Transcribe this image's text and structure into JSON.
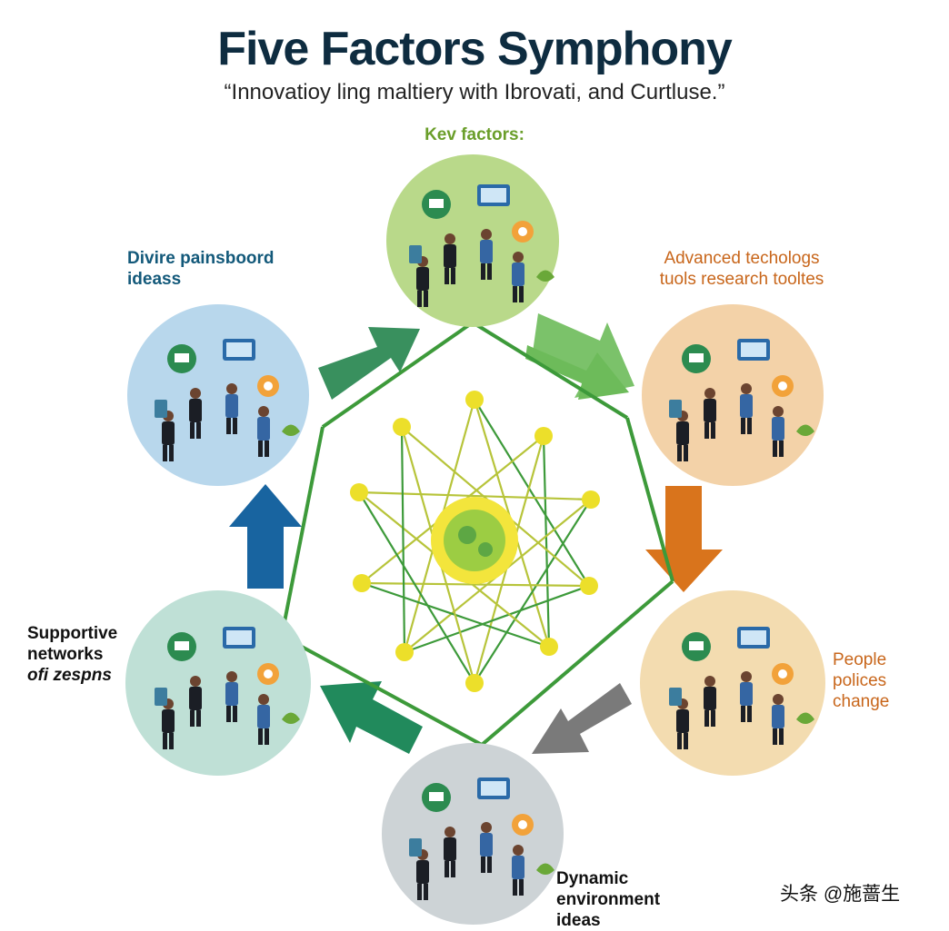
{
  "title": "Five Factors Symphony",
  "subtitle": "“Innovatioy ling maltiery with Ibrovati, and Curtluse.”",
  "key_factors_label": "Kev factors:",
  "factors": [
    {
      "id": "top",
      "lines": [],
      "color": "#b9d98a"
    },
    {
      "id": "diverse",
      "lines": [
        "Divire painsboord",
        "ideass"
      ],
      "color": "#b8d7ec"
    },
    {
      "id": "advanced",
      "lines": [
        "Advanced techologs",
        "tuols research tooltes"
      ],
      "color": "#f3d2a8"
    },
    {
      "id": "supportive",
      "lines": [
        "Supportive",
        "networks",
        "ofi zespns"
      ],
      "color": "#bfe0d6"
    },
    {
      "id": "people",
      "lines": [
        "People",
        "polices",
        "change"
      ],
      "color": "#f3dcb0"
    },
    {
      "id": "dynamic",
      "lines": [
        "Dynamic",
        "environment",
        "ideas"
      ],
      "color": "#cdd3d6"
    }
  ],
  "arrow_colors": {
    "green_dark": "#2e8a55",
    "green_light": "#6dbb5a",
    "orange": "#d9741c",
    "blue": "#1864a0",
    "gray": "#7a7a7a",
    "teal": "#218a5c"
  },
  "network_colors": {
    "line_green": "#3d9a3a",
    "line_yellow": "#b7c43a",
    "node": "#ecdf2a",
    "center": "#f3e53c",
    "center_inner": "#9ccd43"
  },
  "watermark": "头条 @施蔷生",
  "icons": [
    "globe-icon",
    "monitor-icon",
    "chat-bubble-icon",
    "tablet-icon",
    "leaf-icon",
    "person-icon",
    "laptop-icon",
    "gear-icon"
  ]
}
